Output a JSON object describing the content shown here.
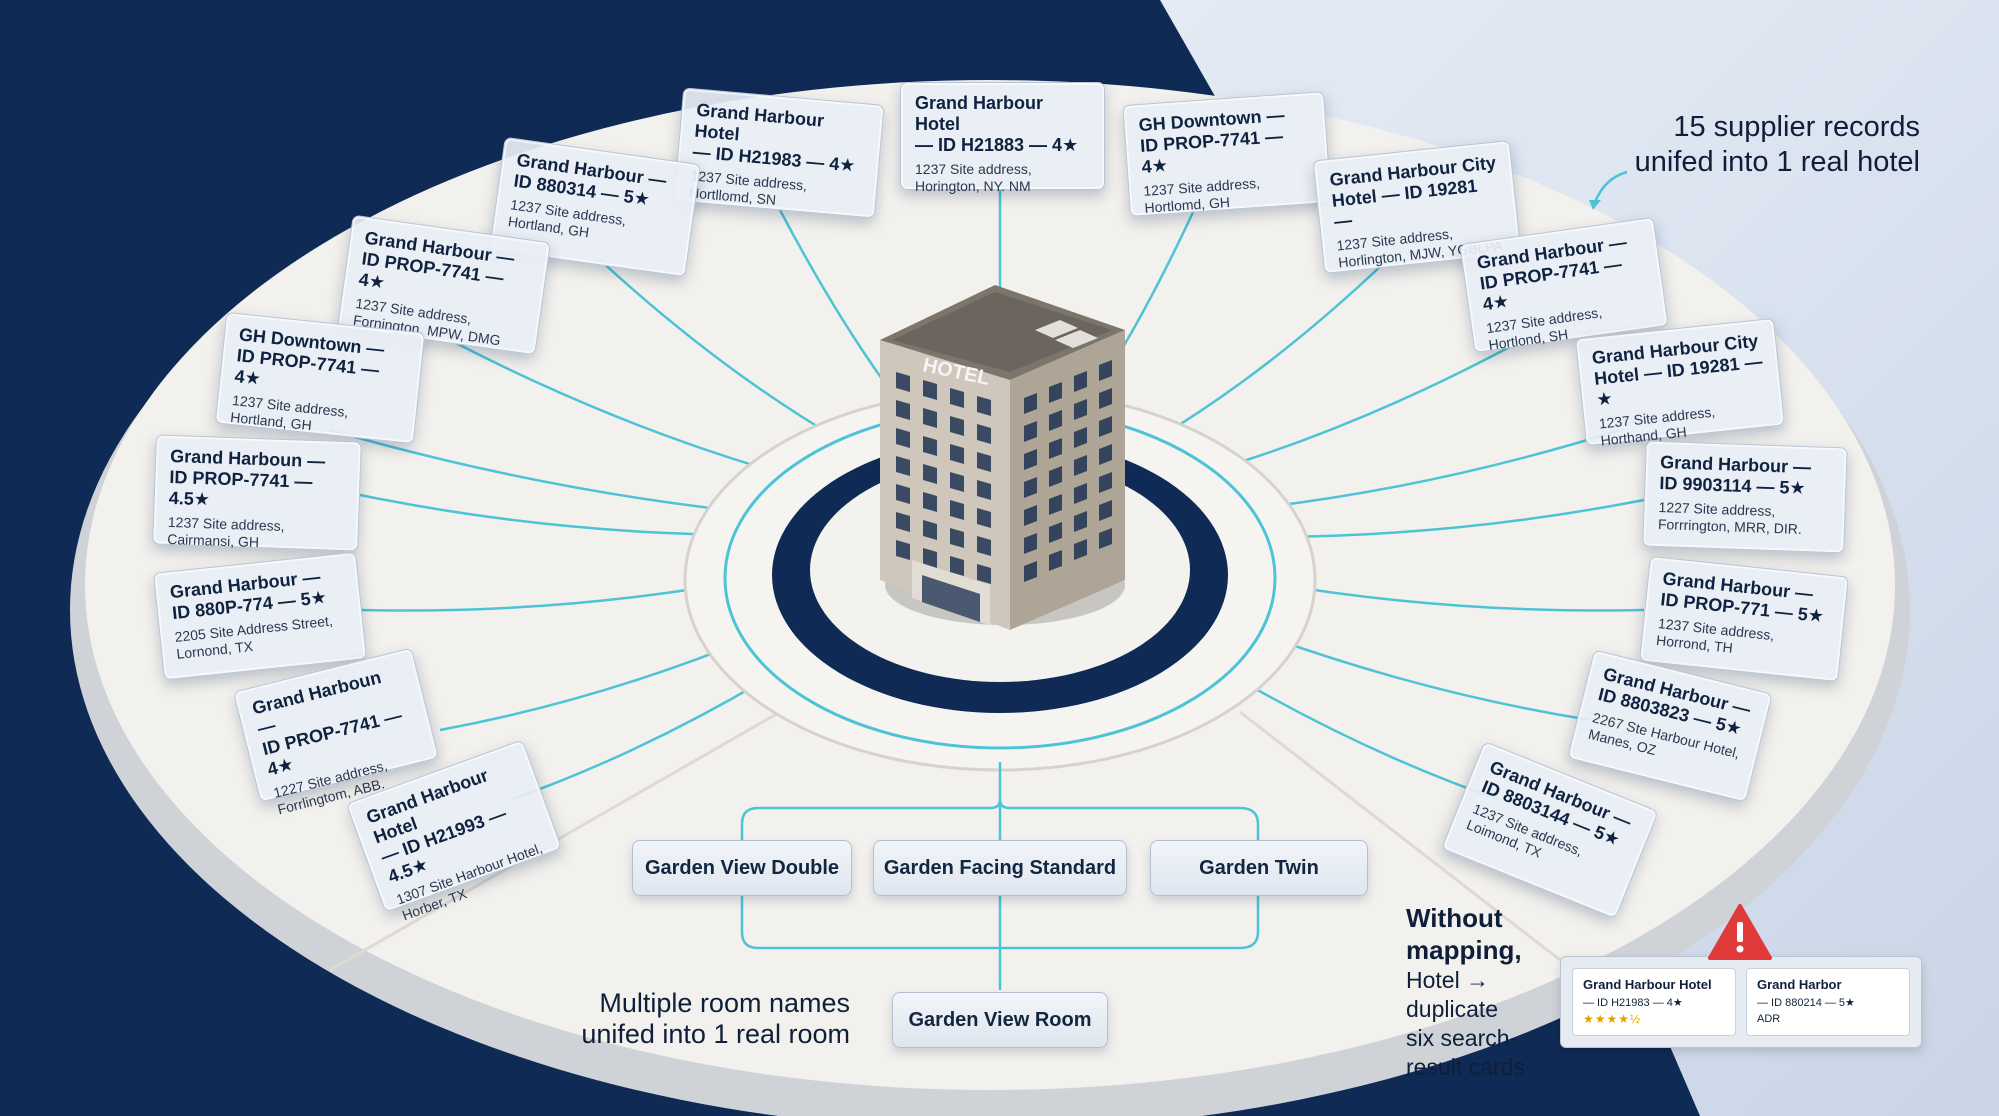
{
  "headline": {
    "line1": "15 supplier records",
    "line2": "unifed into 1 real hotel"
  },
  "building_sign": "HOTEL",
  "supplier_cards": [
    {
      "title": "Grand Harbour Hotel\n— ID H21983 — 4★",
      "address": "1237 Site address,\nHortllomd, SN"
    },
    {
      "title": "Grand Harbour Hotel\n— ID H21883 — 4★",
      "address": "1237 Site address,\nHorington, NY. NM"
    },
    {
      "title": "GH Downtown —\nID PROP-7741 — 4★",
      "address": "1237 Site address,\nHortlomd, GH"
    },
    {
      "title": "Grand Harbour City\nHotel — ID 19281 —",
      "address": "1237 Site address,\nHorlington, MJW, YGBLPA"
    },
    {
      "title": "Grand Harbour —\nID 880314 — 5★",
      "address": "1237 Site address,\nHortland, GH"
    },
    {
      "title": "Grand Harbour —\nID PROP-7741 — 4★",
      "address": "1237 Site address,\nFornington, MPW, DMG"
    },
    {
      "title": "Grand Harbour —\nID PROP-7741 — 4★",
      "address": "1237 Site address,\nHortlond, SH"
    },
    {
      "title": "GH Downtown —\nID PROP-7741 — 4★",
      "address": "1237 Site address,\nHortland, GH"
    },
    {
      "title": "Grand Harbour City\nHotel — ID 19281 — ★",
      "address": "1237 Site address,\nHorthand, GH"
    },
    {
      "title": "Grand Harboun —\nID PROP-7741 — 4.5★",
      "address": "1237 Site address,\nCairmansi, GH"
    },
    {
      "title": "Grand Harbour —\nID 9903114 — 5★",
      "address": "1227 Site address,\nForrrington, MRR, DIR."
    },
    {
      "title": "Grand Harbour —\nID 880P-774 — 5★",
      "address": "2205 Site Address Street,\nLornond, TX"
    },
    {
      "title": "Grand Harbour —\nID PROP-771 — 5★",
      "address": "1237 Site address,\nHorrond, TH"
    },
    {
      "title": "Grand Harboun —\nID PROP-7741 — 4★",
      "address": "1227 Site address,\nForrlingtom, ABB."
    },
    {
      "title": "Grand Harbour —\nID 8803823 — 5★",
      "address": "2267 Ste Harbour Hotel,\nManes, OZ"
    },
    {
      "title": "Grand Harbour Hotel\n— ID H21993 — 4.5★",
      "address": "1307 Site Harbour Hotel,\nHorber, TX"
    },
    {
      "title": "Grand Harbour —\nID 8803144 — 5★",
      "address": "1237 Site address,\nLoimond, TX"
    }
  ],
  "rooms": {
    "variants": [
      "Garden View Double",
      "Garden Facing Standard",
      "Garden Twin"
    ],
    "unified": "Garden View Room",
    "caption_line1": "Multiple room names",
    "caption_line2": "unifed into 1 real room"
  },
  "warning": {
    "heading": "Without mapping,",
    "body": [
      "Hotel →",
      "duplicate",
      "six search-",
      "result cards"
    ],
    "cards": [
      {
        "title": "Grand Harbour Hotel",
        "sub": "— ID H21983 — 4★",
        "stars": "★★★★½"
      },
      {
        "title": "Grand Harbor",
        "sub": "— ID 880214 — 5★",
        "tag": "ADR"
      }
    ]
  },
  "colors": {
    "navy": "#0f2a55",
    "connector": "#4cc3d6",
    "warning": "#e13a3a",
    "platform": "#f1eee9"
  }
}
